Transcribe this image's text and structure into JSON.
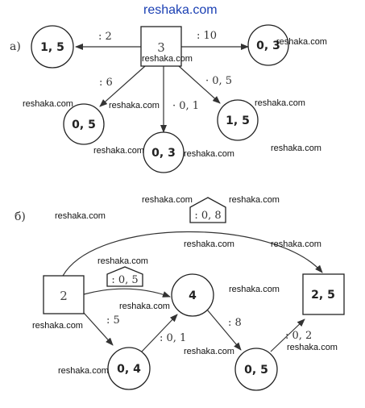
{
  "site_watermark": "reshaka.com",
  "watermark": "reshaka.com",
  "part_a": {
    "label": "а)",
    "center": "3",
    "ops": {
      "left": ": 2",
      "right": ": 10",
      "down_left": ": 6",
      "down": "· 0, 1",
      "down_right": "· 0, 5"
    },
    "results": {
      "left": "1, 5",
      "right": "0, 3",
      "down_left": "0, 5",
      "down": "0, 3",
      "down_right": "1, 5"
    }
  },
  "part_b": {
    "label": "б)",
    "start": "2",
    "end": "2, 5",
    "mid": "4",
    "low_left": "0, 4",
    "low_right": "0, 5",
    "top_op": ": 0, 8",
    "upper_op": ": 0, 5",
    "op_start_low": ": 5",
    "op_low_mid": ": 0, 1",
    "op_mid_low": ": 8",
    "op_low_end": ": 0, 2"
  }
}
